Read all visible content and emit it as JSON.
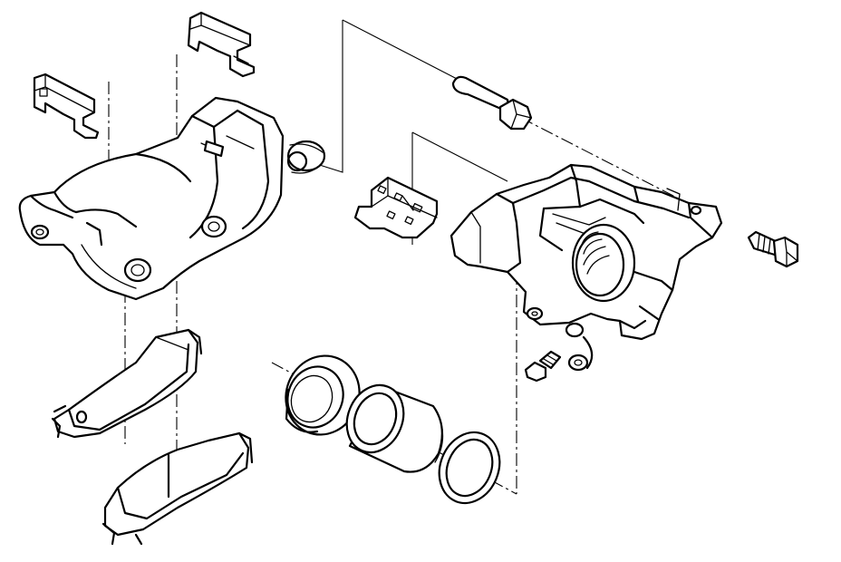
{
  "diagram": {
    "style": "line-art",
    "colors": {
      "ink": "#000000",
      "background": "#ffffff"
    },
    "parts": [
      "caliper-bracket",
      "anti-rattle-clip-upper",
      "anti-rattle-clip-left",
      "slide-pin-boot",
      "guide-pin",
      "pad-support-plate",
      "caliper-housing",
      "caliper-bolt",
      "bleeder-screw",
      "bleeder-cap",
      "piston-boot",
      "piston",
      "piston-seal",
      "inner-brake-pad",
      "outer-brake-pad"
    ]
  }
}
